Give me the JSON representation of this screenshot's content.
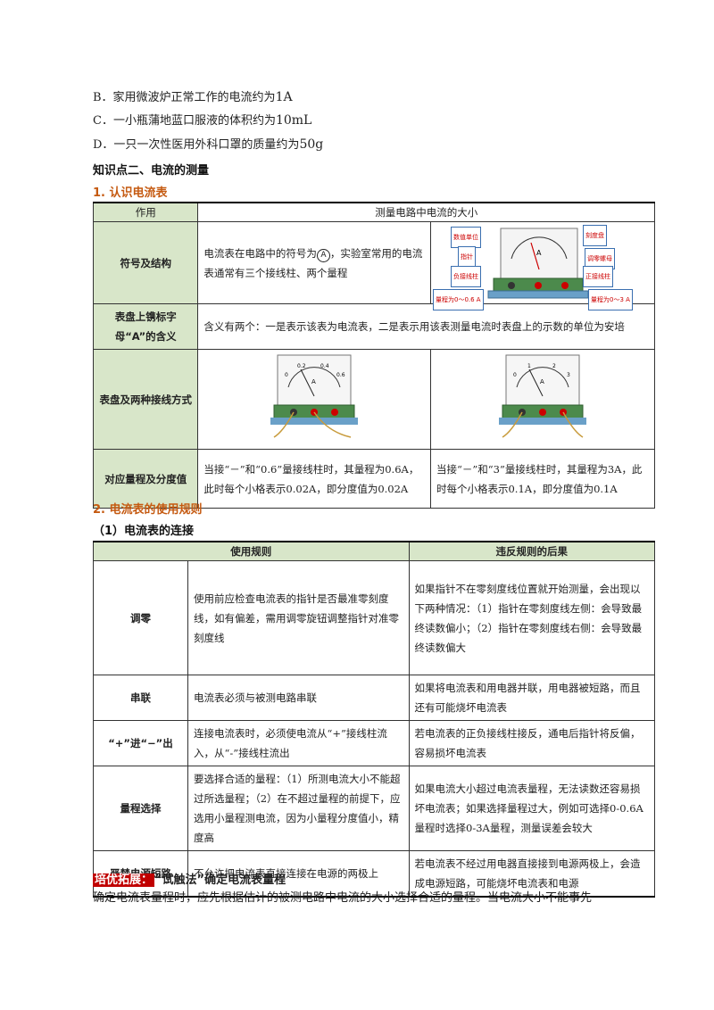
{
  "options": [
    {
      "text": "B．家用微波炉正常工作的电流约为",
      "value": "1A"
    },
    {
      "text": "C．一小瓶蒲地蓝口服液的体积约为",
      "value": "10mL"
    },
    {
      "text": "D．一只一次性医用外科口罩的质量约为",
      "value": "50g"
    }
  ],
  "section_title": "知识点二、电流的测量",
  "sub1_title": "1. 认识电流表",
  "table1": {
    "row_use": {
      "label": "作用",
      "value": "测量电路中电流的大小"
    },
    "row_symbol": {
      "label": "符号及结构",
      "text_a": "电流表在电路中的符号为",
      "symbol": "A",
      "text_b": "，实验室常用的电流表通常有三个接线柱、两个量程",
      "callouts": [
        "数值单位",
        "刻度盘",
        "指针",
        "调零螺母",
        "负接线柱",
        "正接线柱",
        "量程为0～0.6 A",
        "量程为0～3 A"
      ]
    },
    "row_letter": {
      "label": "表盘上镌标字母“A”的含义",
      "value": "含义有两个：一是表示该表为电流表，二是表示用该表测量电流时表盘上的示数的单位为安培"
    },
    "row_dial": {
      "label": "表盘及两种接线方式"
    },
    "row_range": {
      "label": "对应量程及分度值",
      "left": "当接“－”和“0.6”量接线柱时，其量程为0.6A，此时每个小格表示0.02A，即分度值为0.02A",
      "right": "当接“－”和“3”量接线柱时，其量程为3A，此时每个小格表示0.1A，即分度值为0.1A"
    }
  },
  "sub2_title": "2. 电流表的使用规则",
  "sub2_1_title": "（1）电流表的连接",
  "table2": {
    "headers": [
      "使用规则",
      "违反规则的后果"
    ],
    "rows": [
      {
        "label": "调零",
        "rule": "使用前应检查电流表的指针是否最准零刻度线，如有偏差，需用调零旋钮调整指针对准零刻度线",
        "consequence": "如果指针不在零刻度线位置就开始测量，会出现以下两种情况：（1）指针在零刻度线左侧：会导致最终读数偏小；（2）指针在零刻度线右侧：会导致最终读数偏大"
      },
      {
        "label": "串联",
        "rule": "电流表必须与被测电路串联",
        "consequence": "如果将电流表和用电器并联，用电器被短路，而且还有可能烧坏电流表"
      },
      {
        "label": "“+”进“−”出",
        "rule": "连接电流表时，必须使电流从“+”接线柱流入，从“-”接线柱流出",
        "consequence": "若电流表的正负接线柱接反，通电后指针将反偏，容易损坏电流表"
      },
      {
        "label": "量程选择",
        "rule": "要选择合适的量程：（1）所测电流大小不能超过所选量程；（2）在不超过量程的前提下，应选用小量程测电流，因为小量程分度值小，精度高",
        "consequence": "如果电流大小超过电流表量程，无法读数还容易损坏电流表；如果选择量程过大，例如可选择0-0.6A量程时选择0-3A量程，测量误差会较大"
      },
      {
        "label": "严禁电源短路",
        "rule": "不允许把电流表直接连接在电源的两极上",
        "consequence": "若电流表不经过用电器直接接到电源两极上，会造成电源短路，可能烧坏电流表和电源"
      }
    ]
  },
  "expand": {
    "tag": "培优拓展：",
    "title": "“试触法”确定电流表量程",
    "para": "确定电流表量程时，应先根据估计的被测电路中电流的大小选择合适的量程。当电流大小不能事先"
  },
  "meter_left": {
    "ticks": [
      "0",
      "0.2",
      "0.4",
      "0.6"
    ],
    "unit": "A"
  },
  "meter_right": {
    "ticks": [
      "0",
      "1",
      "2",
      "3"
    ],
    "unit": "A"
  },
  "meter_struct": {
    "unit": "A"
  }
}
